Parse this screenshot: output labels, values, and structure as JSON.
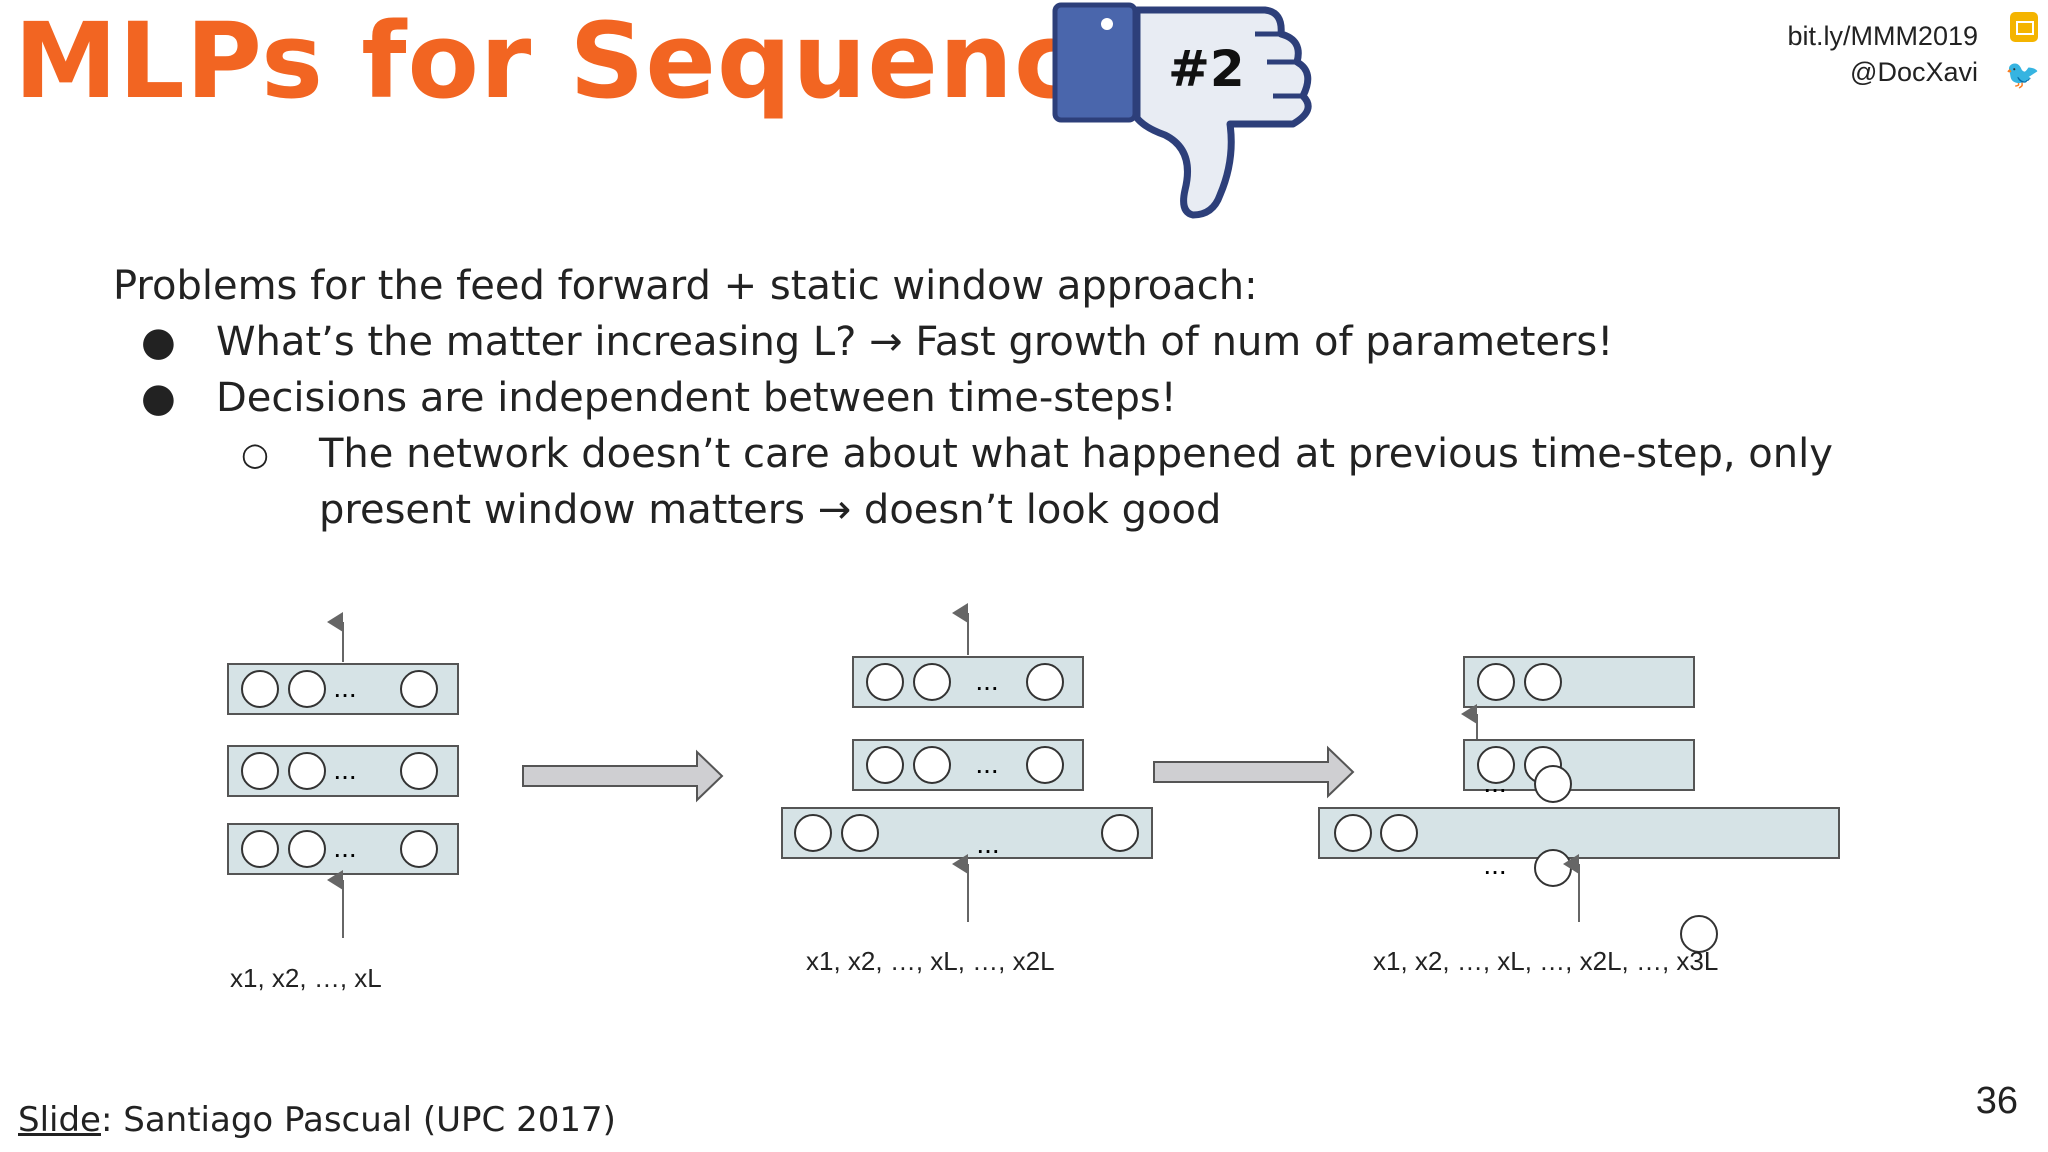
{
  "slide": {
    "title": "MLPs for Sequences",
    "badge": "#2",
    "link": "bit.ly/MMM2019",
    "handle": "@DocXavi",
    "intro": "Problems for the feed forward + static window approach:",
    "bullets": [
      "What’s the matter increasing L? → Fast growth of num of parameters!",
      "Decisions are independent between time-steps!"
    ],
    "sub_bullets": [
      "The network doesn’t care about what happened at previous time-step, only present window matters → doesn’t look good"
    ],
    "bullet_symbol": "●",
    "sub_bullet_symbol": "○",
    "footer_label": "Slide",
    "footer_text": ": Santiago Pascual (UPC 2017)",
    "page_number": "36"
  },
  "diagram": {
    "ellipsis": "...",
    "input_labels": [
      "x1, x2, …, xL",
      "x1, x2, …, xL, …, x2L",
      "x1, x2, …, xL, …, x2L, …, x3L"
    ]
  },
  "colors": {
    "title": "#f26522",
    "layer_fill": "#d6e3e6",
    "layer_stroke": "#555555",
    "arrow_fill": "#cfcfd2"
  },
  "icons": [
    "thumbs-down-icon",
    "slides-icon",
    "twitter-icon"
  ]
}
